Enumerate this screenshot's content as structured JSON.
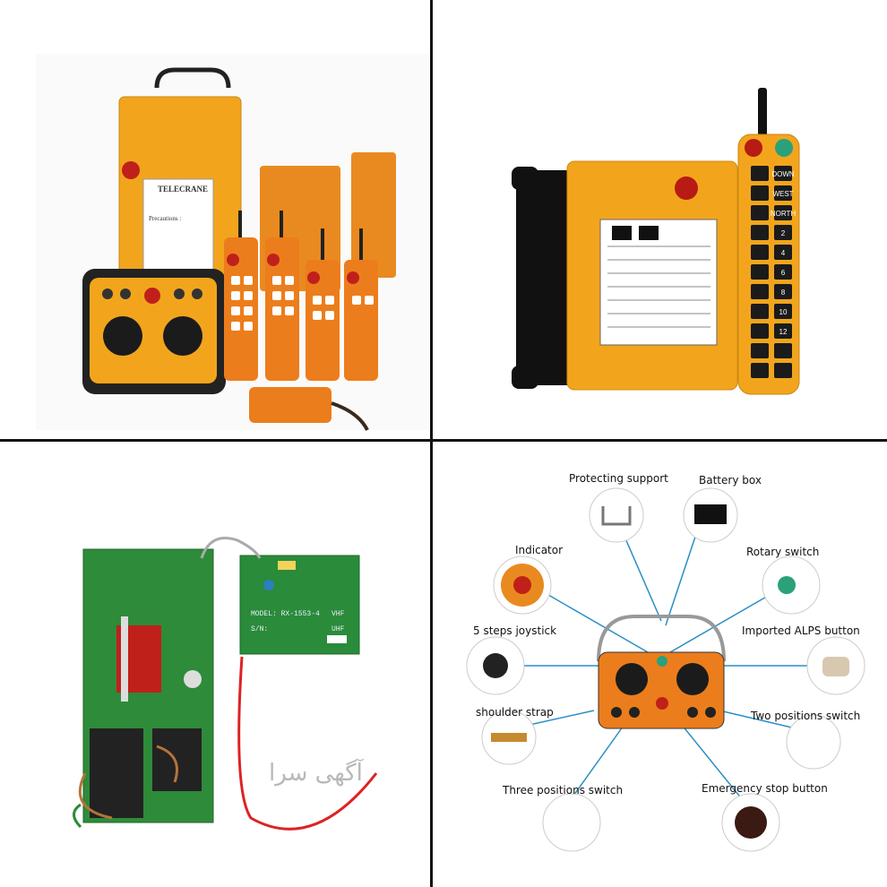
{
  "watermark": "آگهی سرا",
  "q1": {
    "brand_label": "TELECRANE",
    "precautions_label": "Precautions :"
  },
  "q2": {
    "remote_keys": [
      "DOWN",
      "WEST",
      "NORTH",
      "2",
      "4",
      "6",
      "8",
      "10",
      "12"
    ]
  },
  "q3": {
    "pcb_model": "MODEL: RX-1553-4",
    "pcb_sn": "S/N:",
    "pcb_vhf": "VHF",
    "pcb_uhf": "UHF"
  },
  "q4": {
    "labels": {
      "protecting_support": "Protecting support",
      "battery_box": "Battery box",
      "indicator": "Indicator",
      "rotary_switch": "Rotary switch",
      "joystick": "5 steps joystick",
      "alps_button": "Imported ALPS button",
      "shoulder_strap": "shoulder strap",
      "two_positions_switch": "Two positions switch",
      "three_positions_switch": "Three positions switch",
      "emergency_stop": "Emergency stop button"
    },
    "line_color": "#2a8fc4"
  },
  "colors": {
    "body_orange": "#f2a51c",
    "dark_orange": "#e07a10",
    "pcb_green": "#2e8b3a",
    "pcb_blue": "#2a7fbf",
    "key_black": "#1b1b1b"
  }
}
